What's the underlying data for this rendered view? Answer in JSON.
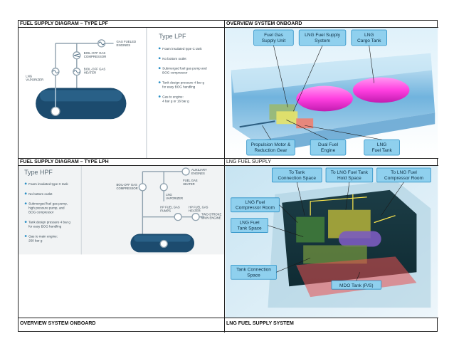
{
  "headers": {
    "r1c1": "FUEL SUPPLY DIAGRAM – TYPE LPF",
    "r1c2": "OVERVIEW SYSTEM ONBOARD",
    "r2c1": "FUEL SUPPLY DIAGRAM – TYPE LPH",
    "r2c2": "LNG FUEL SUPPLY",
    "r3c1": "OVERVIEW SYSTEM ONBOARD",
    "r3c2": "LNG FUEL SUPPLY SYSTEM"
  },
  "lpf": {
    "title": "Type LPF",
    "labels": {
      "gas_fueled_1": "GAS FUELED",
      "gas_fueled_2": "ENGINES",
      "boiloff_comp_1": "BOIL-OFF GAS",
      "boiloff_comp_2": "COMPRESSOR",
      "boiloff_heat_1": "BOIL-OFF GAS",
      "boiloff_heat_2": "HEATER",
      "vaporizer_1": "LNG",
      "vaporizer_2": "VAPORIZER"
    },
    "bullets": [
      [
        "Foam insulated type C tank"
      ],
      [
        "No bottom outlet"
      ],
      [
        "Submerged fuel gas pump and",
        "BOG compressor"
      ],
      [
        "Tank design pressure 4 bar g",
        "for easy BOG handling"
      ],
      [
        "Gas to engine:",
        "4 bar g or 16 bar g"
      ]
    ]
  },
  "overview": {
    "callouts": {
      "fuel_gas_unit": [
        "Fuel Gas",
        "Supply Unit"
      ],
      "lng_fuel_supply": [
        "LNG Fuel Supply",
        "System"
      ],
      "lng_cargo_tank": [
        "LNG",
        "Cargo Tank"
      ],
      "propulsion": [
        "Propulsion Motor &",
        "Reduction Gear"
      ],
      "dual_fuel": [
        "Dual Fuel",
        "Engine"
      ],
      "lng_fuel_tank": [
        "LNG",
        "Fuel Tank"
      ]
    }
  },
  "hpf": {
    "title": "Type HPF",
    "labels": {
      "aux_1": "AUXILIARY",
      "aux_2": "ENGINES",
      "fuel_gas_heater_1": "FUEL GAS",
      "fuel_gas_heater_2": "HEATER",
      "boiloff_comp_1": "BOIL-OFF GAS",
      "boiloff_comp_2": "COMPRESSOR",
      "vaporizer_1": "LNG",
      "vaporizer_2": "VAPORIZER",
      "hp_pumps_1": "HP FUEL GAS",
      "hp_pumps_2": "PUMPS",
      "hp_heater_1": "HP FUEL GAS",
      "hp_heater_2": "HEATER",
      "two_stroke_1": "TWO-STROKE",
      "two_stroke_2": "MAIN ENGINE"
    },
    "bullets": [
      [
        "Foam insulated type C tank"
      ],
      [
        "No bottom outlet"
      ],
      [
        "Submerged fuel gas pump,",
        "high pressure pump, and",
        "BOG compressor"
      ],
      [
        "Tank design pressure 4 bar g",
        "for easy BOG handling"
      ],
      [
        "Gas to main engine:",
        "250 bar g"
      ]
    ]
  },
  "supply": {
    "callouts": {
      "tank_connection_space": [
        "To Tank",
        "Connection Space"
      ],
      "lng_fuel_tank_hold": [
        "To LNG Fuel Tank",
        "Hold Space"
      ],
      "lng_fuel_compressor_to": [
        "To LNG Fuel",
        "Compressor Room"
      ],
      "lng_fuel_compressor_room": [
        "LNG Fuel",
        "Compressor Room"
      ],
      "lng_fuel_tank_space": [
        "LNG Fuel",
        "Tank Space"
      ],
      "tank_connection_space_2": [
        "Tank Connection",
        "Space"
      ],
      "mdo_tank": [
        "MDO Tank (P/S)"
      ]
    }
  },
  "colors": {
    "diagram_line": "#8ea0ad",
    "tank_dark": "#1c4b6e",
    "callout_fill": "#8fd0ee",
    "callout_border": "#2a8fc5",
    "hull_blue": "#5aa7d8",
    "cargo_tank": "#ff3fe0",
    "room_bg": "#0f2b33"
  }
}
